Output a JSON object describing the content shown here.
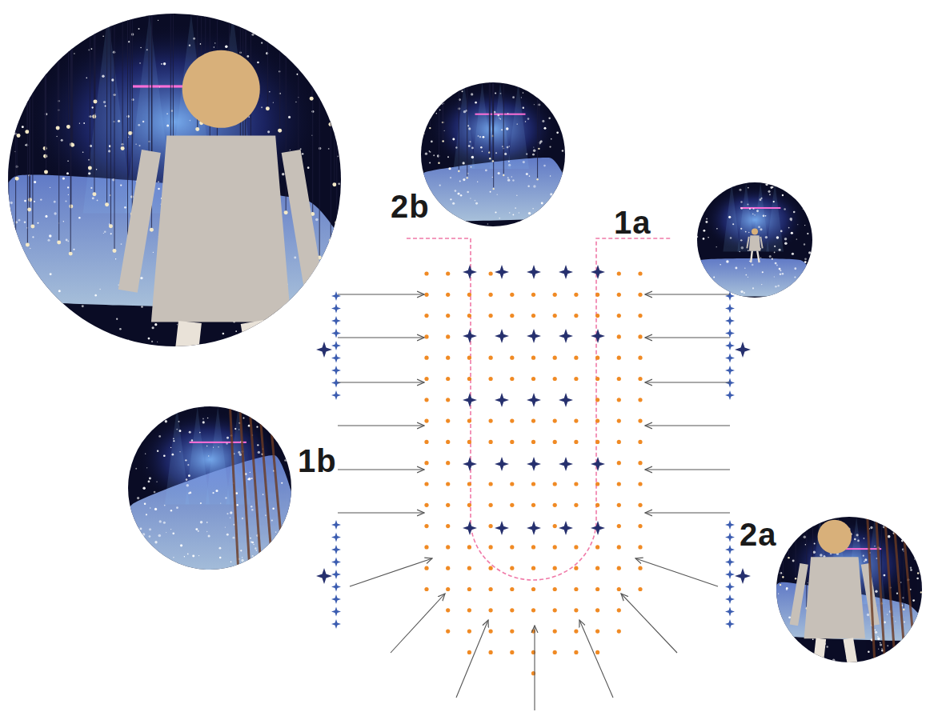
{
  "diagram": {
    "labels": [
      "2b",
      "1a",
      "1b",
      "2a"
    ]
  }
}
